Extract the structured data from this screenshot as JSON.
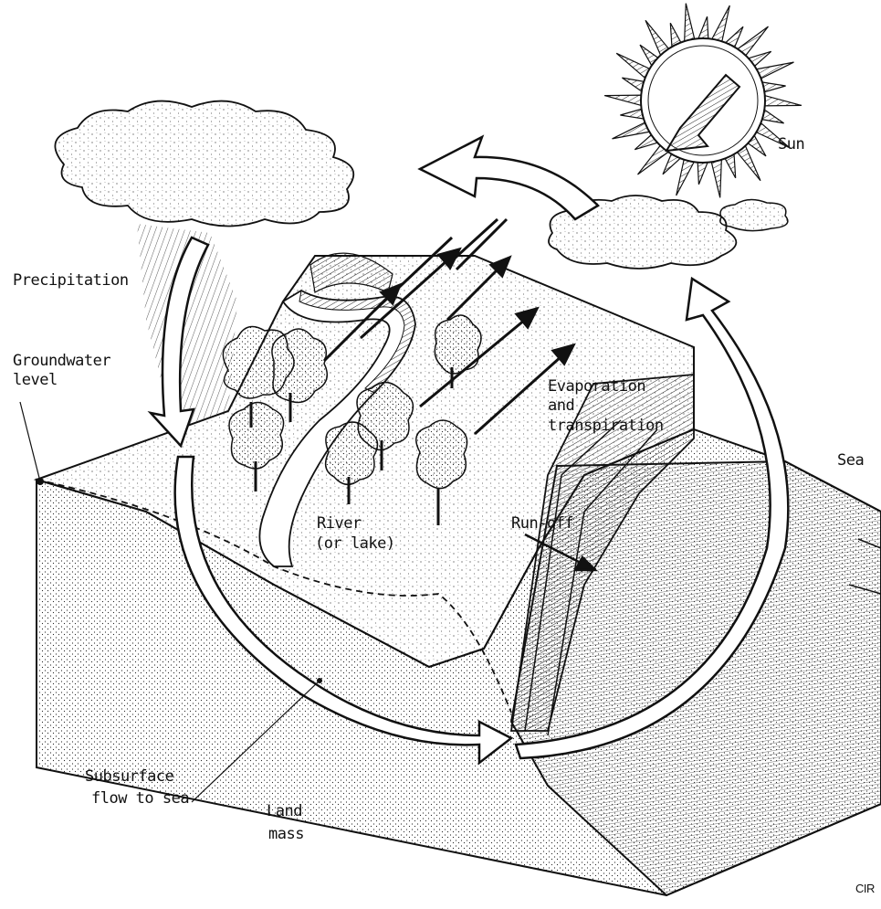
{
  "labels": {
    "sun": "Sun",
    "precipitation": "Precipitation",
    "groundwater_line1": "Groundwater",
    "groundwater_line2": "level",
    "evaporation_line1": "Evaporation",
    "evaporation_line2": "and",
    "evaporation_line3": "transpiration",
    "sea": "Sea",
    "river_line1": "River",
    "river_line2": "(or lake)",
    "runoff": "Run-off",
    "subsurface_line1": "Subsurface",
    "subsurface_line2": "flow to sea",
    "land_line1": "Land",
    "land_line2": "mass",
    "credit": "CIR"
  },
  "colors": {
    "ink": "#111111",
    "paper": "#ffffff",
    "land_fill": "#f4f4f4",
    "sea_fill": "#e6e6e6"
  }
}
